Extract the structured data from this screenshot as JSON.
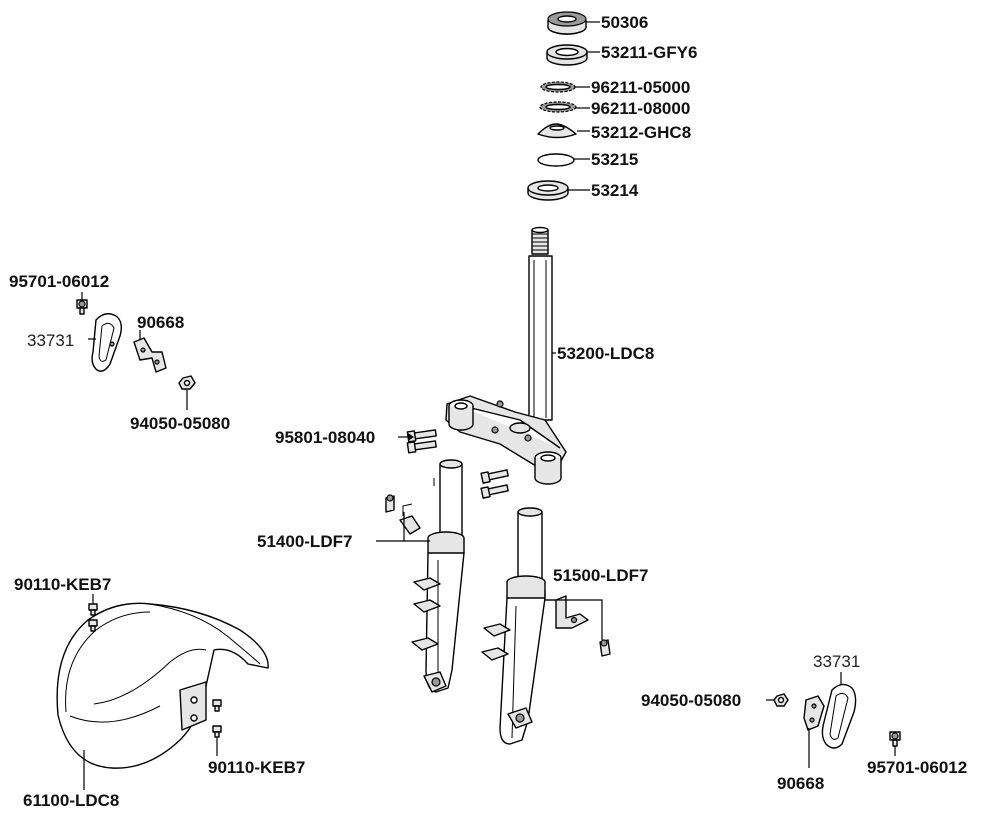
{
  "labels": {
    "p50306": "50306",
    "p53211": "53211-GFY6",
    "p96211a": "96211-05000",
    "p96211b": "96211-08000",
    "p53212": "53212-GHC8",
    "p53215": "53215",
    "p53214": "53214",
    "p53200": "53200-LDC8",
    "p95801": "95801-08040",
    "p51400": "51400-LDF7",
    "p51500": "51500-LDF7",
    "p95701_left": "95701-06012",
    "p33731_left": "33731",
    "p90668_left": "90668",
    "p94050_left": "94050-05080",
    "p90110_top": "90110-KEB7",
    "p90110_bottom": "90110-KEB7",
    "p61100": "61100-LDC8",
    "p33731_right": "33731",
    "p94050_right": "94050-05080",
    "p90668_right": "90668",
    "p95701_right": "95701-06012"
  }
}
